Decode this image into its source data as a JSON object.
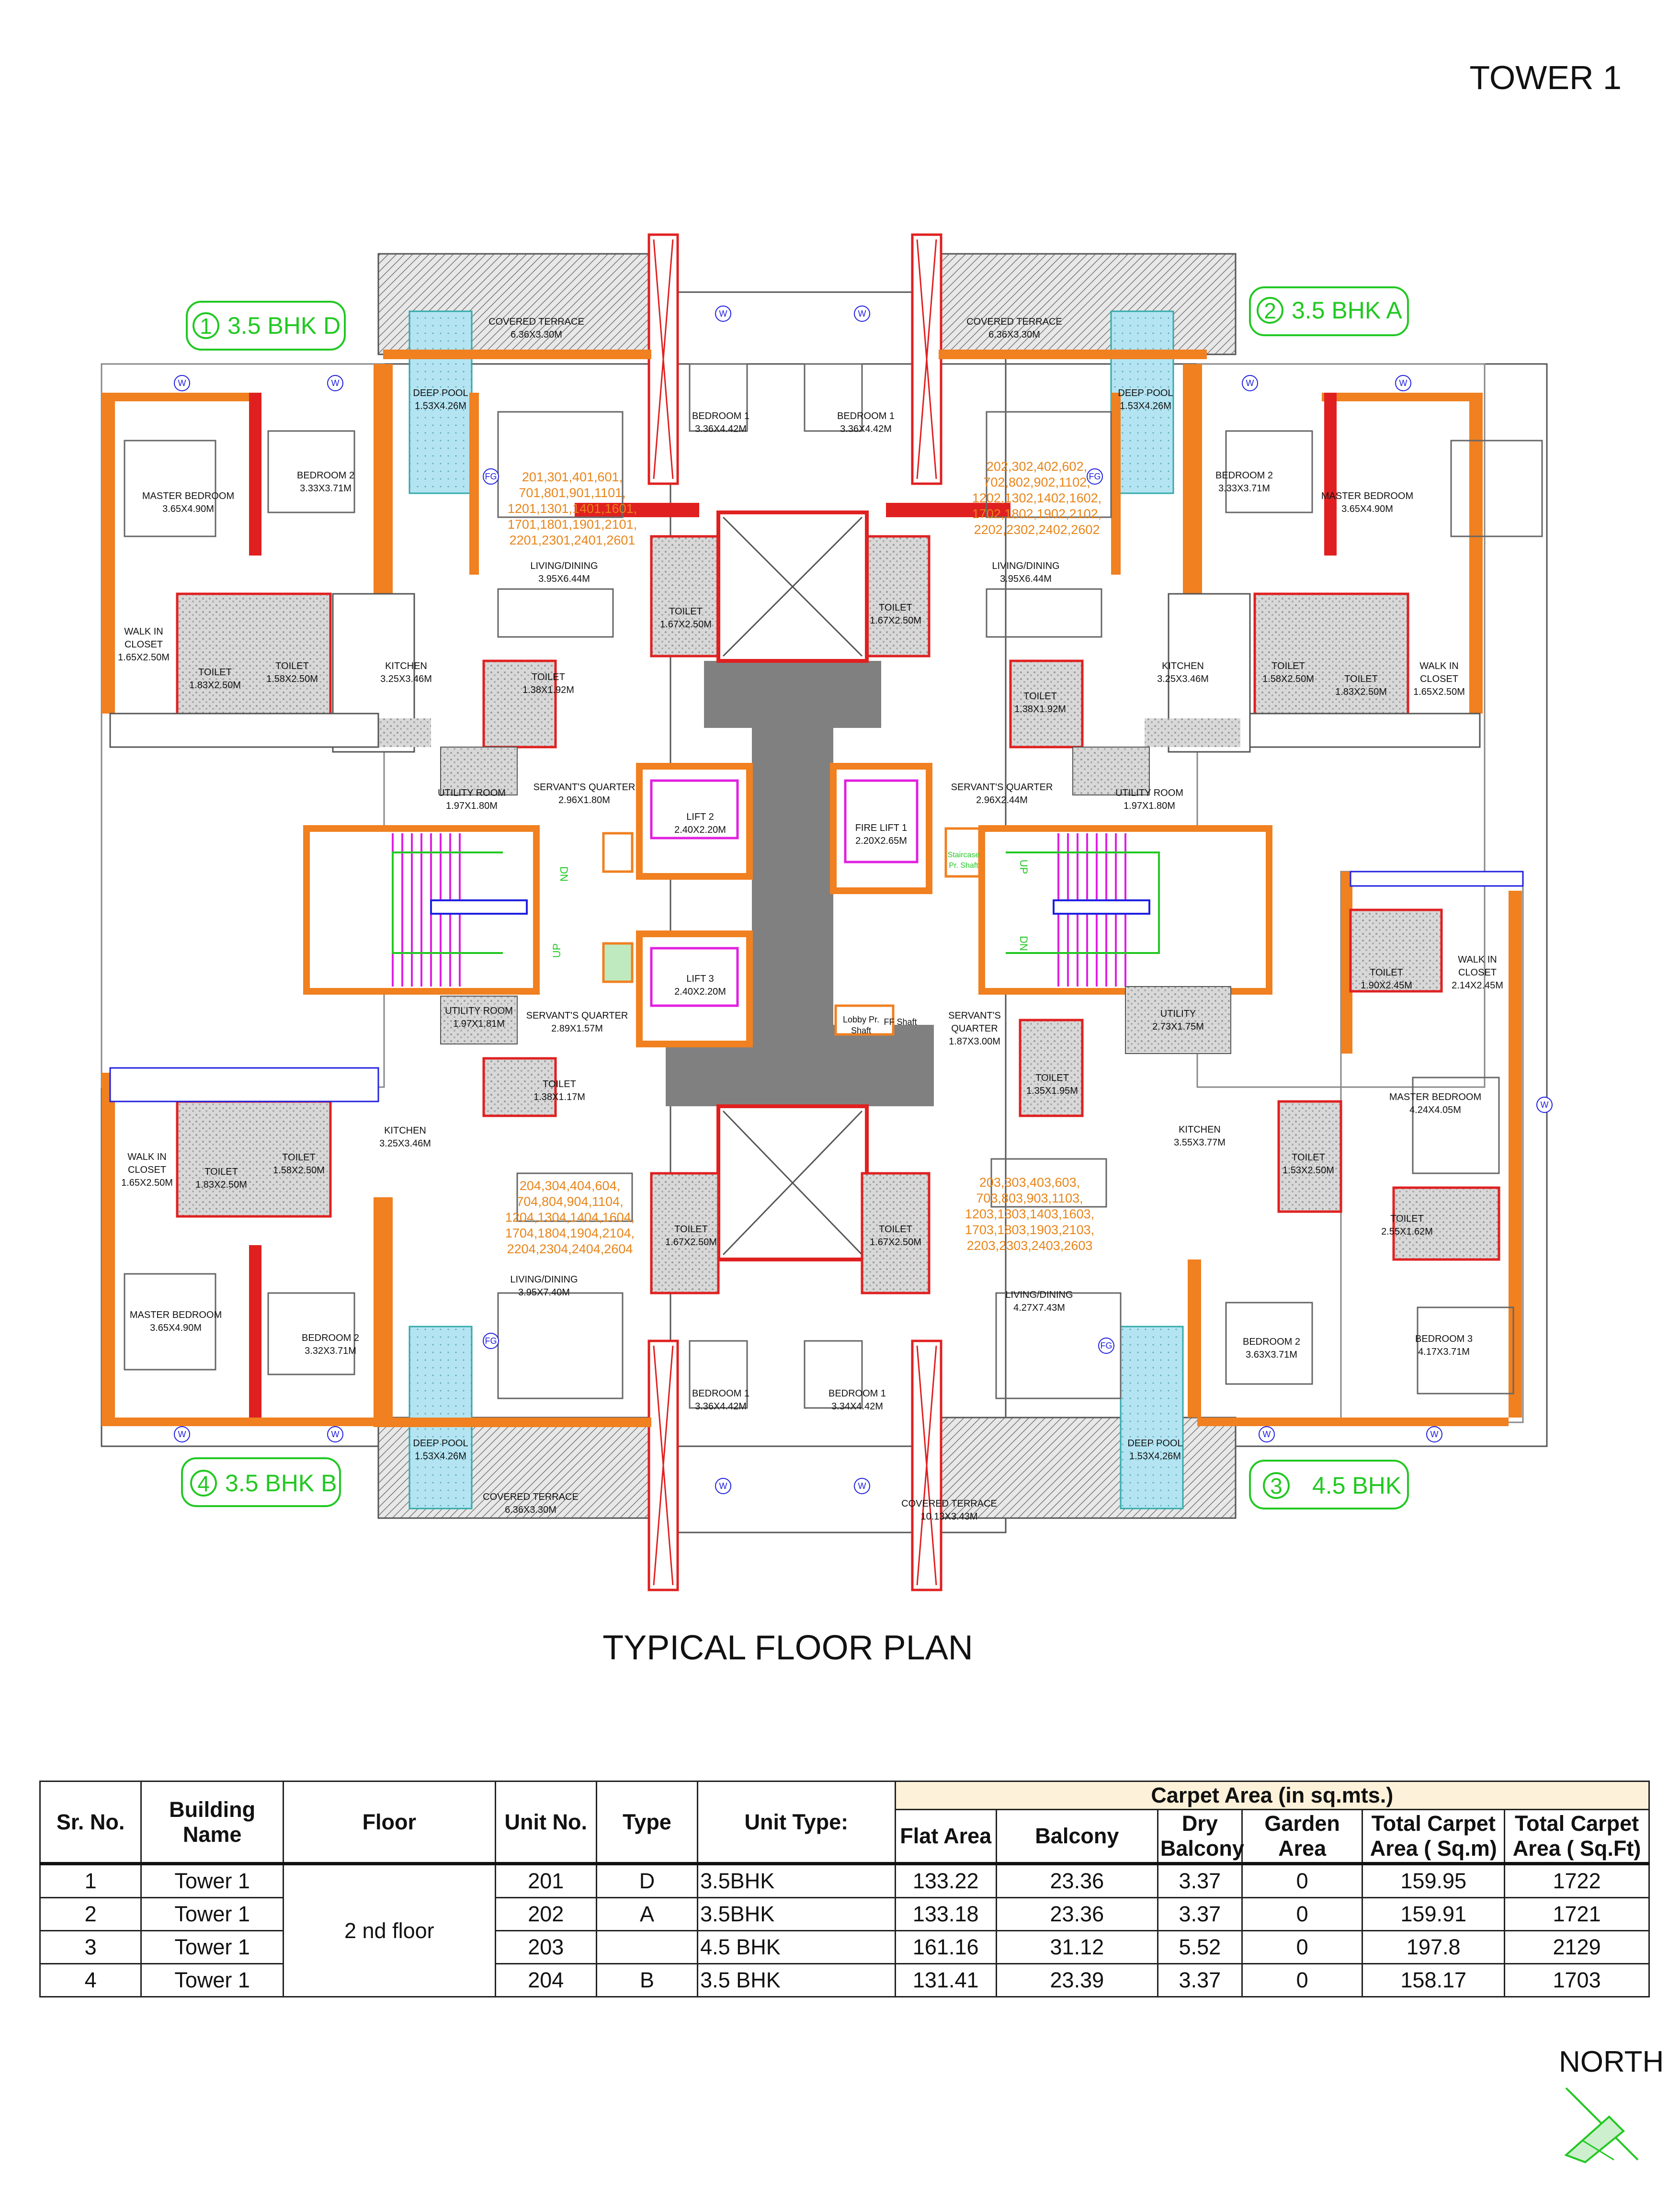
{
  "tower_title": "TOWER 1",
  "plan_title": "TYPICAL FLOOR PLAN",
  "north_label": "NORTH",
  "colors": {
    "wall": "#f08020",
    "partition": "#e02020",
    "green_label": "#22c822",
    "unit_numbers": "#e88418",
    "core": "#808080",
    "lift": "#e020e0",
    "pool": "#a8e0f0",
    "tile": "#c0c0c0"
  },
  "units": [
    {
      "num": "1",
      "label": "3.5 BHK D"
    },
    {
      "num": "2",
      "label": "3.5 BHK A"
    },
    {
      "num": "4",
      "label": "3.5 BHK B"
    },
    {
      "num": "3",
      "label": "4.5 BHK"
    }
  ],
  "unit_number_lists": {
    "unit1": [
      "201,301,401,601,",
      "701,801,901,1101,",
      "1201,1301,1401,1601,",
      "1701,1801,1901,2101,",
      "2201,2301,2401,2601"
    ],
    "unit2": [
      "202,302,402,602,",
      "702,802,902,1102,",
      "1202,1302,1402,1602,",
      "1702,1802,1902,2102,",
      "2202,2302,2402,2602"
    ],
    "unit4": [
      "204,304,404,604,",
      "704,804,904,1104,",
      "1204,1304,1404,1604,",
      "1704,1804,1904,2104,",
      "2204,2304,2404,2604"
    ],
    "unit3": [
      "203,303,403,603,",
      "703,803,903,1103,",
      "1203,1303,1403,1603,",
      "1703,1803,1903,2103,",
      "2203,2303,2403,2603"
    ]
  },
  "rooms": {
    "u1_terrace": [
      "COVERED TERRACE",
      "6.36X3.30M"
    ],
    "u1_pool": [
      "DEEP POOL",
      "1.53X4.26M"
    ],
    "u1_master": [
      "MASTER BEDROOM",
      "3.65X4.90M"
    ],
    "u1_bed2": [
      "BEDROOM 2",
      "3.33X3.71M"
    ],
    "u1_bed1": [
      "BEDROOM 1",
      "3.36X4.42M"
    ],
    "u1_living": [
      "LIVING/DINING",
      "3.95X6.44M"
    ],
    "u1_walkin": [
      "WALK IN",
      "CLOSET",
      "1.65X2.50M"
    ],
    "u1_toilet_a": [
      "TOILET",
      "1.83X2.50M"
    ],
    "u1_toilet_b": [
      "TOILET",
      "1.58X2.50M"
    ],
    "u1_kitchen": [
      "KITCHEN",
      "3.25X3.46M"
    ],
    "u1_toilet_c": [
      "TOILET",
      "1.38X1.92M"
    ],
    "u1_toilet_d": [
      "TOILET",
      "1.67X2.50M"
    ],
    "u1_utility": [
      "UTILITY ROOM",
      "1.97X1.80M"
    ],
    "u1_servant": [
      "SERVANT'S QUARTER",
      "2.96X1.80M"
    ],
    "u2_terrace": [
      "COVERED TERRACE",
      "6.36X3.30M"
    ],
    "u2_pool": [
      "DEEP POOL",
      "1.53X4.26M"
    ],
    "u2_master": [
      "MASTER BEDROOM",
      "3.65X4.90M"
    ],
    "u2_bed2": [
      "BEDROOM 2",
      "3.33X3.71M"
    ],
    "u2_bed1": [
      "BEDROOM 1",
      "3.36X4.42M"
    ],
    "u2_living": [
      "LIVING/DINING",
      "3.95X6.44M"
    ],
    "u2_walkin": [
      "WALK IN",
      "CLOSET",
      "1.65X2.50M"
    ],
    "u2_toilet_a": [
      "TOILET",
      "1.83X2.50M"
    ],
    "u2_toilet_b": [
      "TOILET",
      "1.58X2.50M"
    ],
    "u2_kitchen": [
      "KITCHEN",
      "3.25X3.46M"
    ],
    "u2_toilet_c": [
      "TOILET",
      "1.38X1.92M"
    ],
    "u2_toilet_d": [
      "TOILET",
      "1.67X2.50M"
    ],
    "u2_utility": [
      "UTILITY ROOM",
      "1.97X1.80M"
    ],
    "u2_servant": [
      "SERVANT'S QUARTER",
      "2.96X2.44M"
    ],
    "lift2": [
      "LIFT 2",
      "2.40X2.20M"
    ],
    "lift3": [
      "LIFT 3",
      "2.40X2.20M"
    ],
    "fire_lift": [
      "FIRE LIFT 1",
      "2.20X2.65M"
    ],
    "u4_utility": [
      "UTILITY ROOM",
      "1.97X1.81M"
    ],
    "u4_servant": [
      "SERVANT'S QUARTER",
      "2.89X1.57M"
    ],
    "u4_toilet_c": [
      "TOILET",
      "1.38X1.17M"
    ],
    "u4_kitchen": [
      "KITCHEN",
      "3.25X3.46M"
    ],
    "u4_walkin": [
      "WALK IN",
      "CLOSET",
      "1.65X2.50M"
    ],
    "u4_toilet_a": [
      "TOILET",
      "1.83X2.50M"
    ],
    "u4_toilet_b": [
      "TOILET",
      "1.58X2.50M"
    ],
    "u4_master": [
      "MASTER BEDROOM",
      "3.65X4.90M"
    ],
    "u4_bed2": [
      "BEDROOM 2",
      "3.32X3.71M"
    ],
    "u4_living": [
      "LIVING/DINING",
      "3.95X7.40M"
    ],
    "u4_toilet_d": [
      "TOILET",
      "1.67X2.50M"
    ],
    "u4_bed1": [
      "BEDROOM 1",
      "3.36X4.42M"
    ],
    "u4_pool": [
      "DEEP POOL",
      "1.53X4.26M"
    ],
    "u4_terrace": [
      "COVERED TERRACE",
      "6.36X3.30M"
    ],
    "u3_servant": [
      "SERVANT'S",
      "QUARTER",
      "1.87X3.00M"
    ],
    "u3_toilet_e": [
      "TOILET",
      "1.35X1.95M"
    ],
    "u3_utility": [
      "UTILITY",
      "2.73X1.75M"
    ],
    "u3_kitchen": [
      "KITCHEN",
      "3.55X3.77M"
    ],
    "u3_toilet_d": [
      "TOILET",
      "1.67X2.50M"
    ],
    "u3_living": [
      "LIVING/DINING",
      "4.27X7.43M"
    ],
    "u3_bed1": [
      "BEDROOM 1",
      "3.34X4.42M"
    ],
    "u3_pool": [
      "DEEP POOL",
      "1.53X4.26M"
    ],
    "u3_terrace": [
      "COVERED TERRACE",
      "10.13X3.43M"
    ],
    "u3_toilet_f": [
      "TOILET",
      "1.90X2.45M"
    ],
    "u3_walkin": [
      "WALK IN",
      "CLOSET",
      "2.14X2.45M"
    ],
    "u3_master": [
      "MASTER BEDROOM",
      "4.24X4.05M"
    ],
    "u3_toilet_g": [
      "TOILET",
      "1.53X2.50M"
    ],
    "u3_toilet_h": [
      "TOILET",
      "2.55X1.62M"
    ],
    "u3_bed2": [
      "BEDROOM 2",
      "3.63X3.71M"
    ],
    "u3_bed3": [
      "BEDROOM 3",
      "4.17X3.71M"
    ]
  },
  "small_labels": {
    "lobby_shaft": [
      "Lobby Pr.",
      "Shaft"
    ],
    "ff_shaft": "FF Shaft",
    "staircase_shaft": [
      "Staircase",
      "Pr. Shaft"
    ],
    "dn": "DN",
    "up": "UP",
    "w": "W",
    "fg": "FG"
  },
  "table": {
    "headers": {
      "sr": "Sr. No.",
      "building": "Building Name",
      "floor": "Floor",
      "unit_no": "Unit No.",
      "type": "Type",
      "unit_type": "Unit Type:",
      "carpet_group": "Carpet Area (in sq.mts.)",
      "flat_area": "Flat Area",
      "balcony": "Balcony",
      "dry_balcony": "Dry Balcony",
      "garden_area": "Garden Area",
      "total_sqm": "Total Carpet Area ( Sq.m)",
      "total_sqft": "Total Carpet Area ( Sq.Ft)"
    },
    "floor_value": "2 nd floor",
    "rows": [
      {
        "sr": "1",
        "building": "Tower 1",
        "unit": "201",
        "type": "D",
        "unit_type": "3.5BHK",
        "flat": "133.22",
        "balcony": "23.36",
        "dry": "3.37",
        "garden": "0",
        "sqm": "159.95",
        "sqft": "1722"
      },
      {
        "sr": "2",
        "building": "Tower 1",
        "unit": "202",
        "type": "A",
        "unit_type": "3.5BHK",
        "flat": "133.18",
        "balcony": "23.36",
        "dry": "3.37",
        "garden": "0",
        "sqm": "159.91",
        "sqft": "1721"
      },
      {
        "sr": "3",
        "building": "Tower 1",
        "unit": "203",
        "type": "",
        "unit_type": "4.5 BHK",
        "flat": "161.16",
        "balcony": "31.12",
        "dry": "5.52",
        "garden": "0",
        "sqm": "197.8",
        "sqft": "2129"
      },
      {
        "sr": "4",
        "building": "Tower 1",
        "unit": "204",
        "type": "B",
        "unit_type": "3.5 BHK",
        "flat": "131.41",
        "balcony": "23.39",
        "dry": "3.37",
        "garden": "0",
        "sqm": "158.17",
        "sqft": "1703"
      }
    ]
  }
}
